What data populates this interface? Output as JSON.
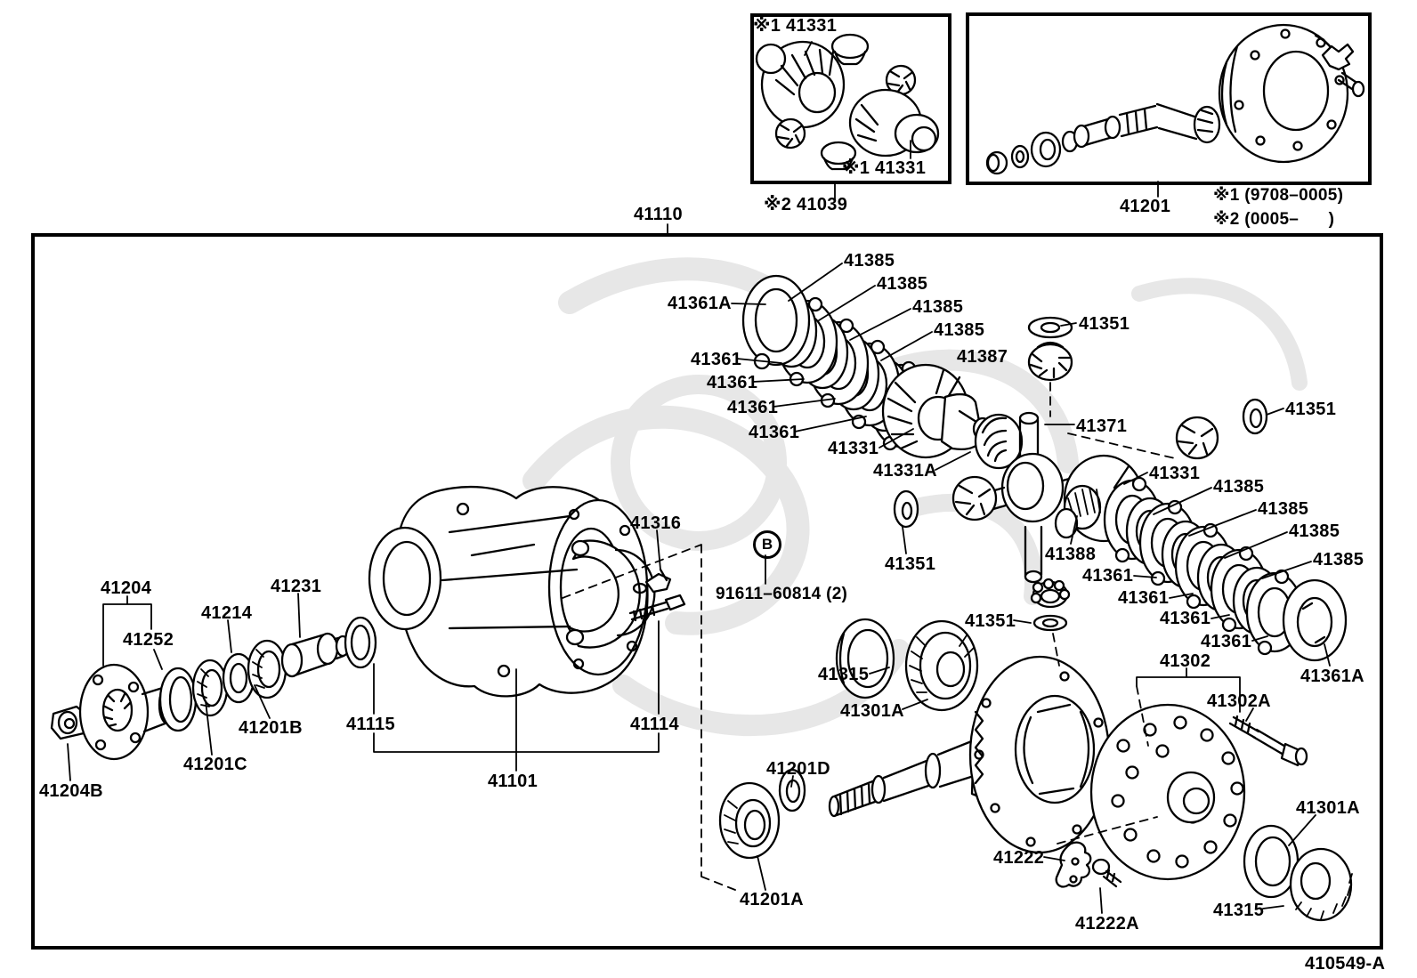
{
  "figure": {
    "description": "Toyota rear differential carrier exploded parts diagram",
    "doc_number": "410549-A",
    "main_assembly": "41110",
    "inset_differential_kit": {
      "caption": "※2 41039",
      "labels": [
        "※1 41331",
        "※1 41331"
      ]
    },
    "inset_ring_pinion": {
      "caption": "41201",
      "notes": [
        "※1 (9708–0005)",
        "※2 (0005–      )"
      ]
    },
    "fastener_note": {
      "badge": "B",
      "number": "91611–60814 (2)"
    }
  },
  "callouts": [
    {
      "t": "41110"
    },
    {
      "t": "※1 41331"
    },
    {
      "t": "※1 41331"
    },
    {
      "t": "※2 41039"
    },
    {
      "t": "41201"
    },
    {
      "t": "※1 (9708–0005)"
    },
    {
      "t": "※2 (0005–      )"
    },
    {
      "t": "410549-A"
    },
    {
      "t": "41385"
    },
    {
      "t": "41385"
    },
    {
      "t": "41385"
    },
    {
      "t": "41385"
    },
    {
      "t": "41361A"
    },
    {
      "t": "41351"
    },
    {
      "t": "41387"
    },
    {
      "t": "41361"
    },
    {
      "t": "41361"
    },
    {
      "t": "41361"
    },
    {
      "t": "41361"
    },
    {
      "t": "41331"
    },
    {
      "t": "41331A"
    },
    {
      "t": "41371"
    },
    {
      "t": "41351"
    },
    {
      "t": "41331"
    },
    {
      "t": "41385"
    },
    {
      "t": "41385"
    },
    {
      "t": "41385"
    },
    {
      "t": "41385"
    },
    {
      "t": "41388"
    },
    {
      "t": "41361"
    },
    {
      "t": "41361"
    },
    {
      "t": "41361"
    },
    {
      "t": "41361"
    },
    {
      "t": "41302"
    },
    {
      "t": "41361A"
    },
    {
      "t": "41302A"
    },
    {
      "t": "41351"
    },
    {
      "t": "41351"
    },
    {
      "t": "B"
    },
    {
      "t": "91611–60814 (2)"
    },
    {
      "t": "41316"
    },
    {
      "t": "41315"
    },
    {
      "t": "41301A"
    },
    {
      "t": "41201D"
    },
    {
      "t": "41201A"
    },
    {
      "t": "41222"
    },
    {
      "t": "41222A"
    },
    {
      "t": "41301A"
    },
    {
      "t": "41315"
    },
    {
      "t": "41204"
    },
    {
      "t": "41252"
    },
    {
      "t": "41214"
    },
    {
      "t": "41231"
    },
    {
      "t": "41201B"
    },
    {
      "t": "41201C"
    },
    {
      "t": "41204B"
    },
    {
      "t": "41115"
    },
    {
      "t": "41114"
    },
    {
      "t": "41101"
    }
  ]
}
